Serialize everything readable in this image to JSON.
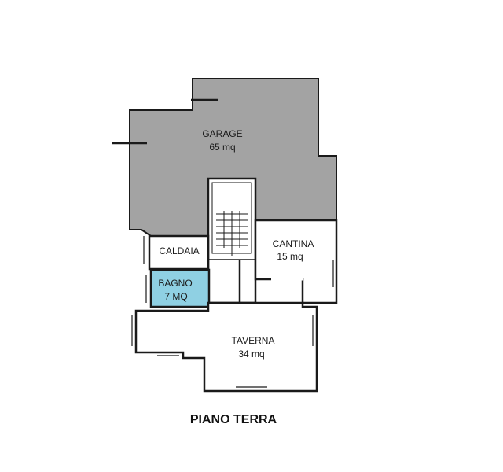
{
  "rooms": {
    "garage": {
      "name": "GARAGE",
      "area": "65 mq"
    },
    "cantina": {
      "name": "CANTINA",
      "area": "15 mq"
    },
    "caldaia": {
      "name": "CALDAIA"
    },
    "bagno": {
      "name": "BAGNO",
      "area": "7 MQ"
    },
    "taverna": {
      "name": "TAVERNA",
      "area": "34 mq"
    }
  },
  "floor_title": "PIANO TERRA",
  "colors": {
    "garage_fill": "#a3a3a3",
    "bagno_fill": "#8fd0e3",
    "wall": "#1a1a1a",
    "background": "#ffffff"
  }
}
